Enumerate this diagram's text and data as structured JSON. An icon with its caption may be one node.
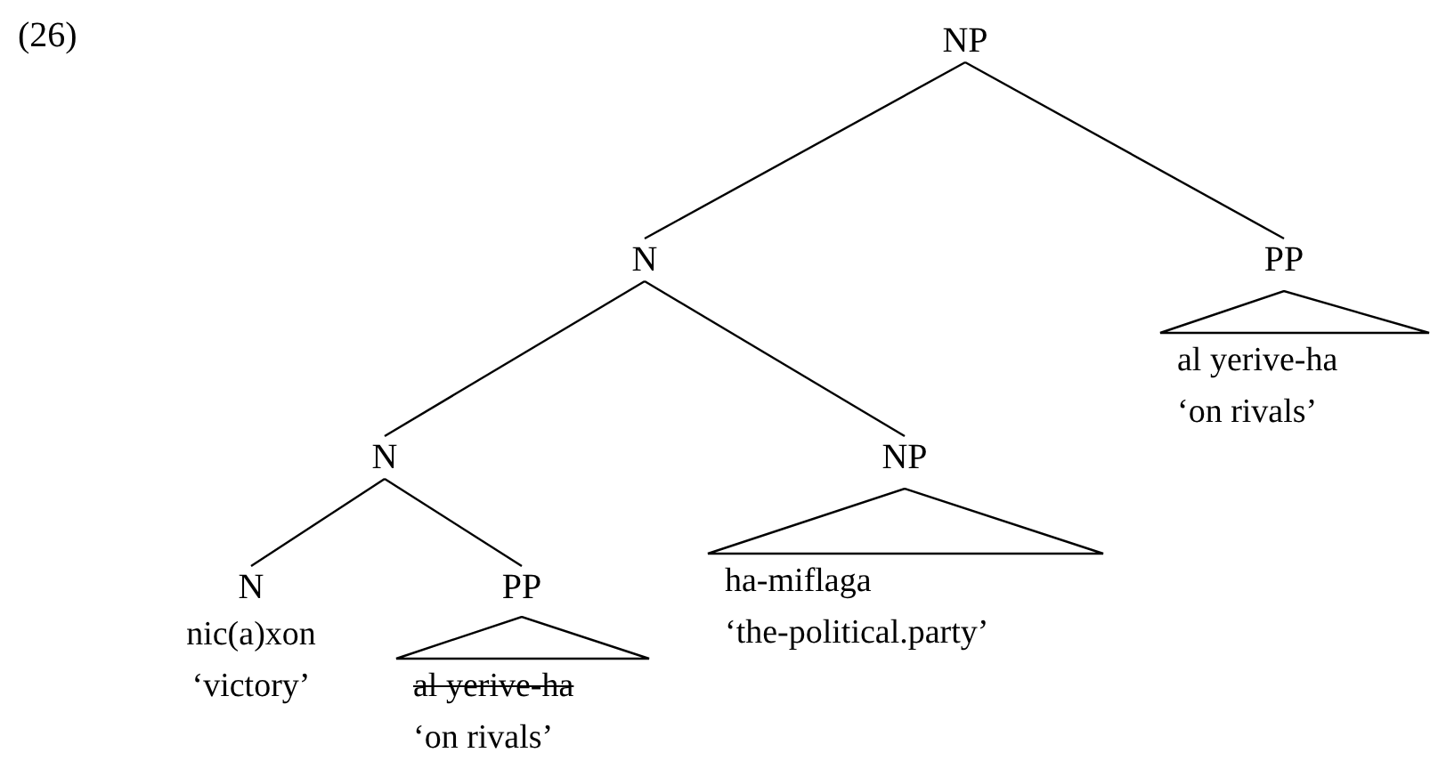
{
  "diagram": {
    "nodes": [
      {
        "text": [
          "NP"
        ]
      },
      {
        "text": [
          "N"
        ]
      },
      {
        "text": [
          "PP"
        ]
      },
      {
        "text": [],
        "shape": "triangle",
        "beside": [
          "al yerive-ha",
          "‘on rivals’"
        ]
      },
      {
        "text": [
          "N"
        ]
      },
      {
        "text": [
          "NP"
        ]
      },
      {
        "text": [],
        "shape": "triangle",
        "beside": [
          "ha-miflaga",
          "‘the-political.party’"
        ]
      },
      {
        "text": [
          "N",
          "nic(a)xon",
          "‘victory’"
        ]
      },
      {
        "text": [
          "PP"
        ]
      },
      {
        "text": [],
        "shape": "triangle",
        "beside": [
          "al yerive-ha",
          "‘on rivals’"
        ]
      }
    ],
    "edges": [
      {
        "from": 0,
        "to": 1,
        "arrow": "none"
      },
      {
        "from": 0,
        "to": 2,
        "arrow": "none"
      },
      {
        "from": 1,
        "to": 4,
        "arrow": "none"
      },
      {
        "from": 1,
        "to": 5,
        "arrow": "none"
      },
      {
        "from": 4,
        "to": 7,
        "arrow": "none"
      },
      {
        "from": 4,
        "to": 8,
        "arrow": "none"
      }
    ],
    "labels": [
      "(26)"
    ]
  }
}
